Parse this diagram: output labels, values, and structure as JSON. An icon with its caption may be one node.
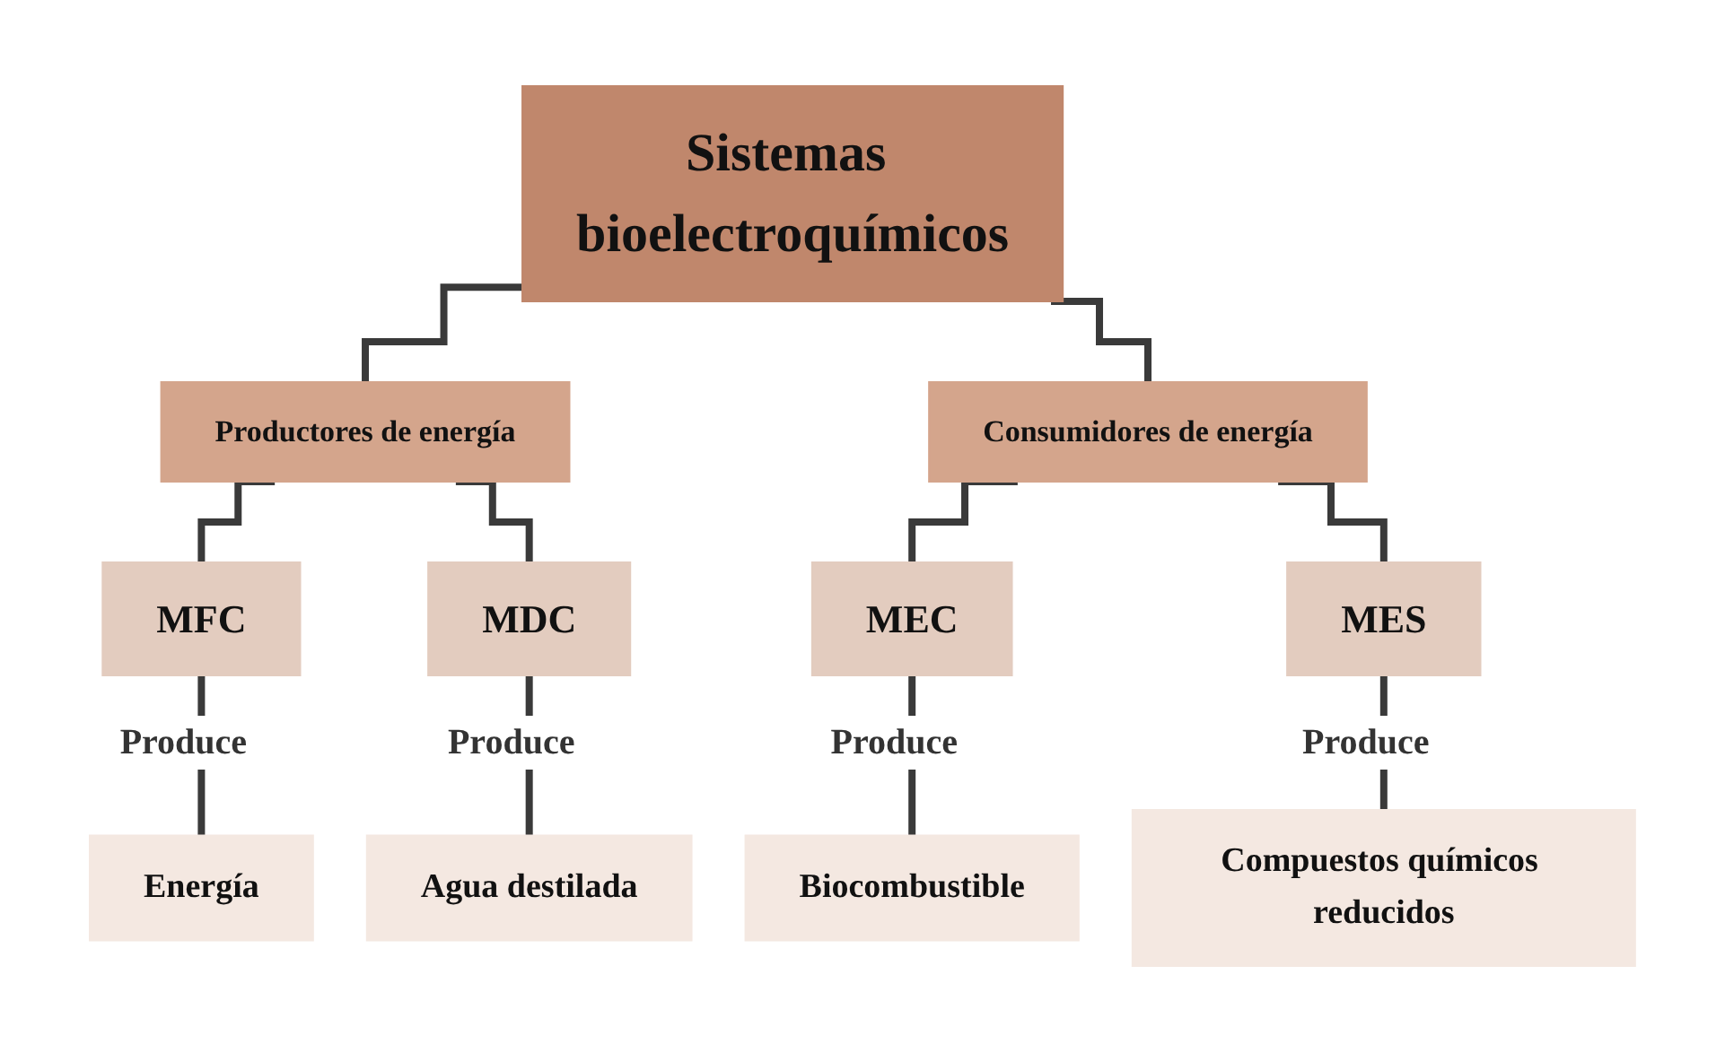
{
  "diagram": {
    "nodes": [
      {
        "text": [
          "Sistemas bioelectroquímicos"
        ]
      },
      {
        "text": [
          "Productores de energía"
        ]
      },
      {
        "text": [
          "Consumidores de energía"
        ]
      },
      {
        "text": [
          "MFC"
        ]
      },
      {
        "text": [
          "MDC"
        ]
      },
      {
        "text": [
          "MEC"
        ]
      },
      {
        "text": [
          "MES"
        ]
      },
      {
        "text": [
          "Energía"
        ]
      },
      {
        "text": [
          "Agua destilada"
        ]
      },
      {
        "text": [
          "Biocombustible"
        ]
      },
      {
        "text": [
          "Compuestos químicos reducidos"
        ]
      }
    ],
    "edges": [
      {
        "from": 0,
        "to": 1,
        "arrow": "none"
      },
      {
        "from": 0,
        "to": 2,
        "arrow": "none"
      },
      {
        "from": 1,
        "to": 3,
        "arrow": "none"
      },
      {
        "from": 1,
        "to": 4,
        "arrow": "none"
      },
      {
        "from": 2,
        "to": 5,
        "arrow": "none"
      },
      {
        "from": 2,
        "to": 6,
        "arrow": "none"
      },
      {
        "from": 3,
        "to": 7,
        "arrow": "none",
        "label": "Produce"
      },
      {
        "from": 4,
        "to": 8,
        "arrow": "none",
        "label": "Produce"
      },
      {
        "from": 5,
        "to": 9,
        "arrow": "none",
        "label": "Produce"
      },
      {
        "from": 6,
        "to": 10,
        "arrow": "none",
        "label": "Produce"
      }
    ]
  }
}
